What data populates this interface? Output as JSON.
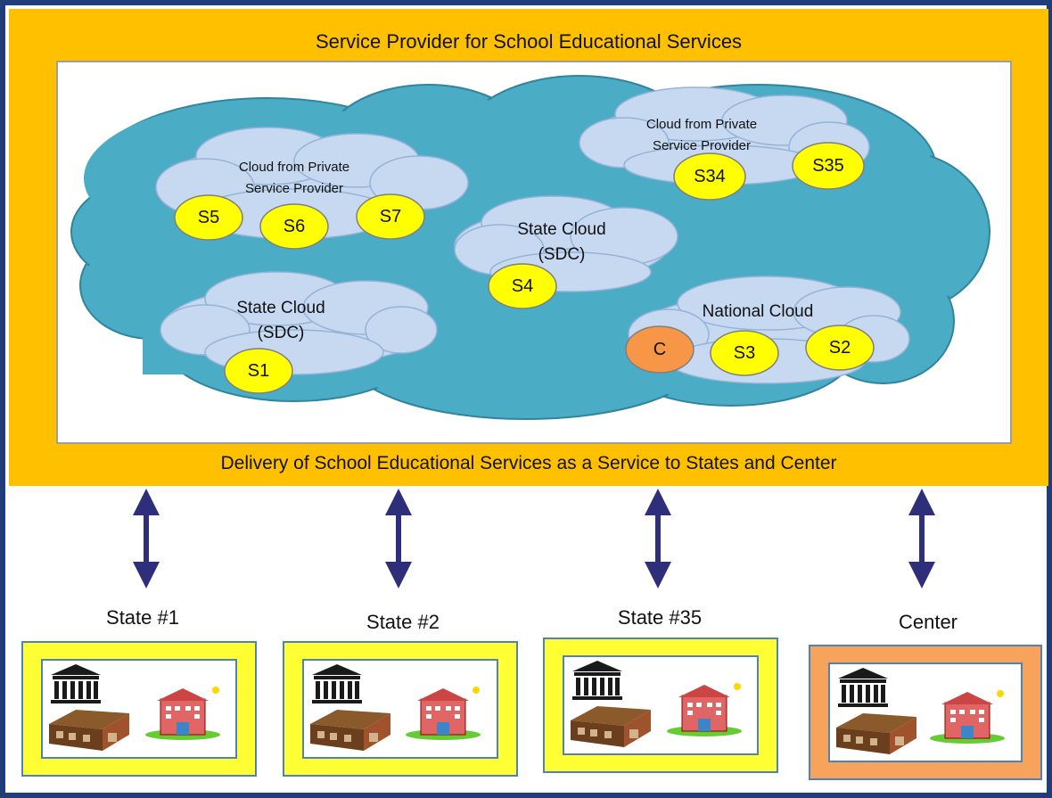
{
  "provider": {
    "title": "Service Provider for School Educational Services",
    "delivery": "Delivery of School Educational Services as a Service to States and Center"
  },
  "clouds": {
    "private_left": "Cloud from Private Service  Provider",
    "private_right": "Cloud from Private Service  Provider",
    "state_center": "State Cloud (SDC)",
    "state_left": "State Cloud (SDC)",
    "national": "National Cloud"
  },
  "nodes": {
    "s5": "S5",
    "s6": "S6",
    "s7": "S7",
    "s34": "S34",
    "s35": "S35",
    "s4": "S4",
    "s1": "S1",
    "c": "C",
    "s3": "S3",
    "s2": "S2"
  },
  "consumers": {
    "state1": "State #1",
    "state2": "State #2",
    "state35": "State #35",
    "center": "Center"
  },
  "colors": {
    "provider_frame": "#FFC000",
    "outer_border": "#1F3D7A",
    "big_cloud": "#4BACC6",
    "small_cloud": "#C6D9F1",
    "node_yellow": "#FFFF00",
    "node_orange": "#F79646",
    "arrow": "#2E2E7A",
    "state_frame": "#FFFF33",
    "center_frame": "#F7A35C"
  }
}
